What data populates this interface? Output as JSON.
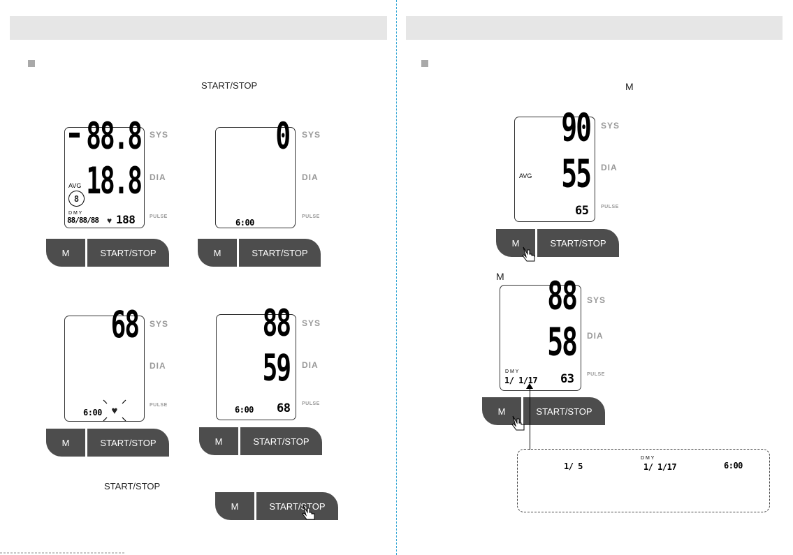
{
  "left": {
    "instruction_button": "START/STOP",
    "bottom_button": "START/STOP",
    "lcd1": {
      "sys": "88.8",
      "dia": "18.8",
      "avg": "AVG",
      "mem": "8",
      "dmy": "D  M  Y",
      "date": "88/88/88",
      "pulse": "188"
    },
    "lcd2": {
      "sys": "0",
      "time": "6:00"
    },
    "lcd3": {
      "sys": "68",
      "time": "6:00"
    },
    "lcd4": {
      "sys": "88",
      "dia": "59",
      "time": "6:00",
      "pulse": "68"
    }
  },
  "right": {
    "instruction_button": "M",
    "m_label": "M",
    "lcd5": {
      "sys": "90",
      "dia": "55",
      "avg": "AVG",
      "pulse": "65"
    },
    "lcd6": {
      "sys": "88",
      "dia": "58",
      "dmy": "D  M  Y",
      "date": "1/ 1/17",
      "pulse": "63"
    },
    "note": {
      "index": "1/ 5",
      "dmy": "D  M  Y",
      "date": "1/ 1/17",
      "time": "6:00"
    }
  },
  "labels": {
    "sys": "SYS",
    "dia": "DIA",
    "pulse": "PULSE"
  },
  "buttons": {
    "m": "M",
    "start_stop": "START/STOP"
  },
  "colors": {
    "header_bg": "#e6e6e6",
    "button_bg": "#4d4d4d",
    "divider": "#3aa9d6",
    "label_gray": "#999999"
  }
}
